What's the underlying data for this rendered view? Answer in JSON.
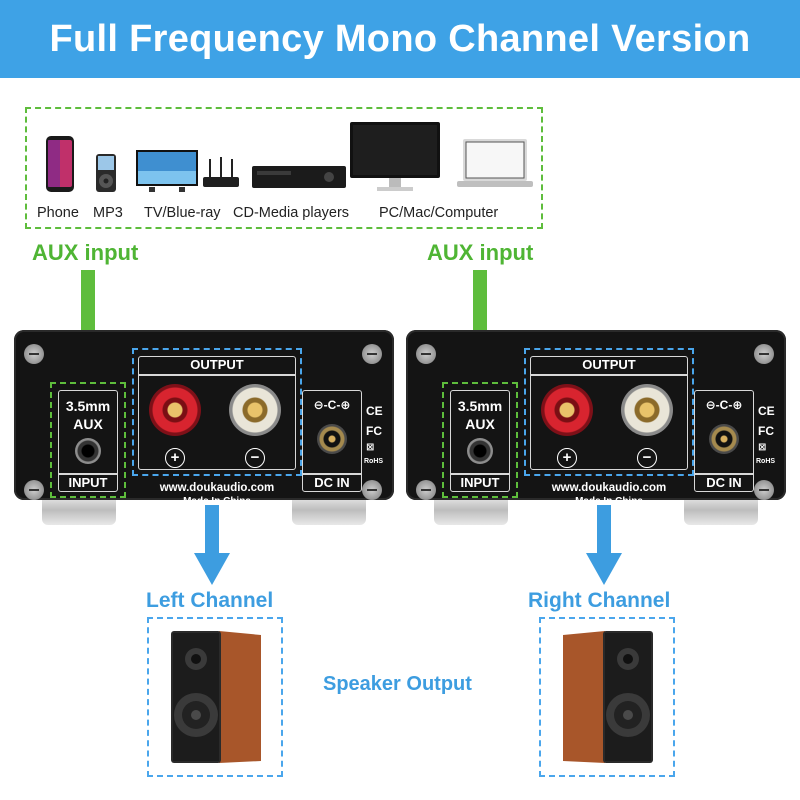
{
  "title": "Full Frequency Mono Channel Version",
  "sources": {
    "labels": [
      "Phone",
      "MP3",
      "TV/Blue-ray",
      "CD-Media players",
      "PC/Mac/Computer"
    ]
  },
  "aux_label": "AUX input",
  "amplifier": {
    "input_size": "3.5mm",
    "input_type": "AUX",
    "input_label": "INPUT",
    "output_label": "OUTPUT",
    "plus": "+",
    "minus": "−",
    "dc_label": "DC IN",
    "dc_symbol": "⊖-C-⊕",
    "website": "www.doukaudio.com",
    "origin": "Made In China",
    "cert_ce": "CE",
    "cert_fc": "FC",
    "cert_rohs": "RoHS"
  },
  "channels": {
    "left": "Left Channel",
    "right": "Right Channel"
  },
  "speaker_output": "Speaker Output",
  "colors": {
    "banner": "#3ea2e6",
    "green": "#4fb534",
    "blue": "#3d9de0"
  }
}
